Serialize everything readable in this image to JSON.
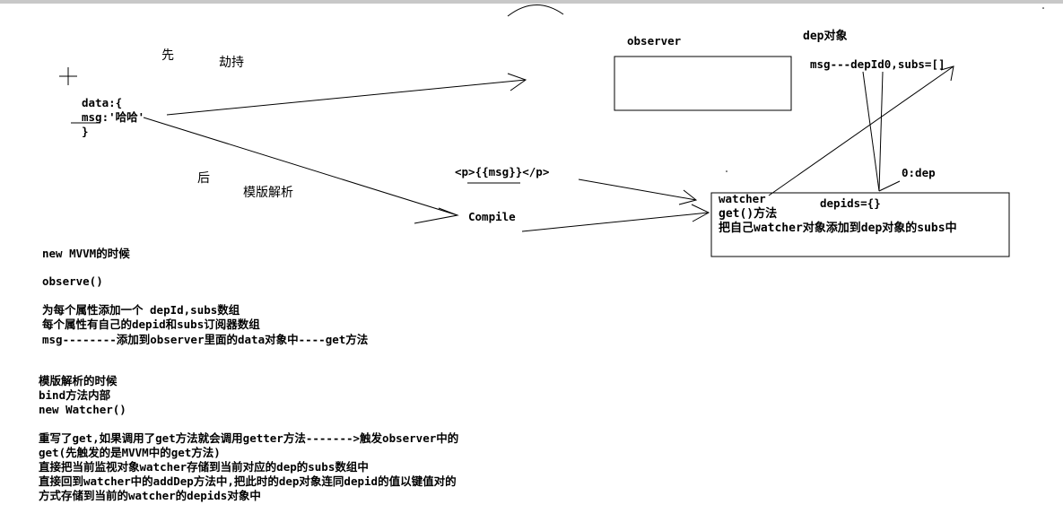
{
  "labels": {
    "first": "先",
    "hijack": "劫持",
    "later": "后",
    "template_parse": "模版解析",
    "observer": "observer",
    "dep_object": "dep对象",
    "dep_value": "msg---depId0,subs=[]",
    "data_open": "data:{",
    "data_msg": "msg:'哈哈'",
    "data_close": "}",
    "template_tag": "<p>{{msg}}</p>",
    "compile": "Compile",
    "zero_dep": "0:dep",
    "depids": "depids={}",
    "watcher_title": "watcher",
    "watcher_get": "get()方法",
    "watcher_desc": "把自己watcher对象添加到dep对象的subs中"
  },
  "notes": {
    "line1": "new MVVM的时候",
    "line2": "observe()",
    "line3": "为每个属性添加一个 depId,subs数组",
    "line4": "每个属性有自己的depid和subs订阅器数组",
    "line5": "msg--------添加到observer里面的data对象中----get方法",
    "line6": "模版解析的时候",
    "line7": "bind方法内部",
    "line8": "new Watcher()",
    "line9": "重写了get,如果调用了get方法就会调用getter方法------->触发observer中的",
    "line10": "get(先触发的是MVVM中的get方法)",
    "line11": "直接把当前监视对象watcher存储到当前对应的dep的subs数组中",
    "line12": "直接回到watcher中的addDep方法中,把此时的dep对象连同depid的值以键值对的",
    "line13": "方式存储到当前的watcher的depids对象中"
  }
}
